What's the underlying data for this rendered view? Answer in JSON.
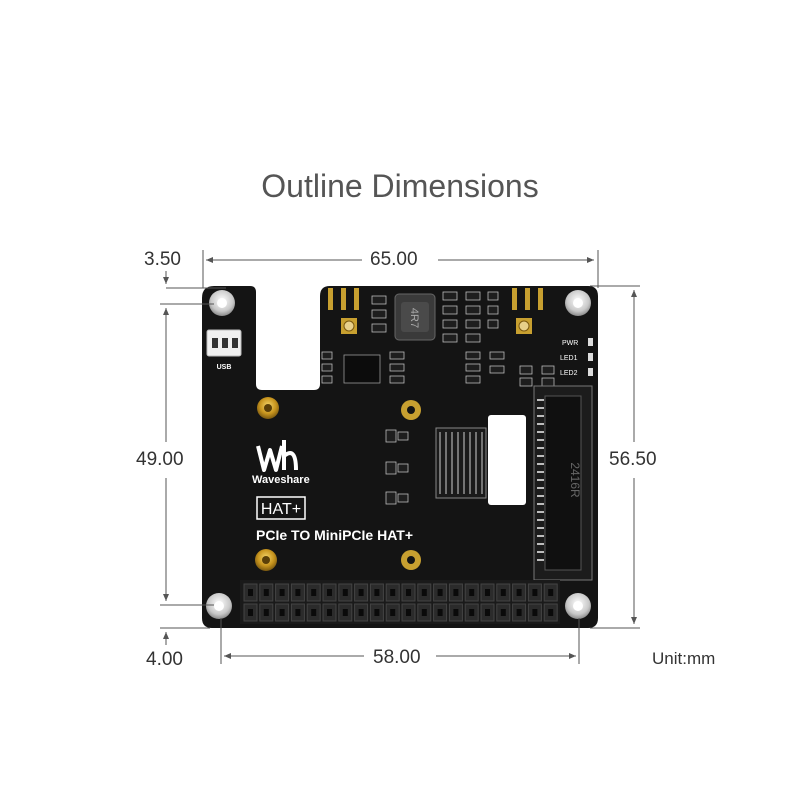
{
  "title": "Outline Dimensions",
  "dimensions": {
    "top_offset": "3.50",
    "width_top": "65.00",
    "left_height": "49.00",
    "right_height": "56.50",
    "bottom_offset": "4.00",
    "width_bottom": "58.00"
  },
  "unit": "Unit:mm",
  "board": {
    "brand": "Waveshare",
    "badge": "HAT+",
    "product_name": "PCIe TO MiniPCIe HAT+",
    "usb_label": "USB",
    "led_labels": [
      "PWR",
      "LED1",
      "LED2"
    ],
    "inductor_label": "4R7",
    "slot_label": "2416R",
    "colors": {
      "pcb": "#141414",
      "pad_gold": "#c8a030",
      "silkscreen": "#ffffff",
      "dimension_line": "#555555"
    }
  }
}
